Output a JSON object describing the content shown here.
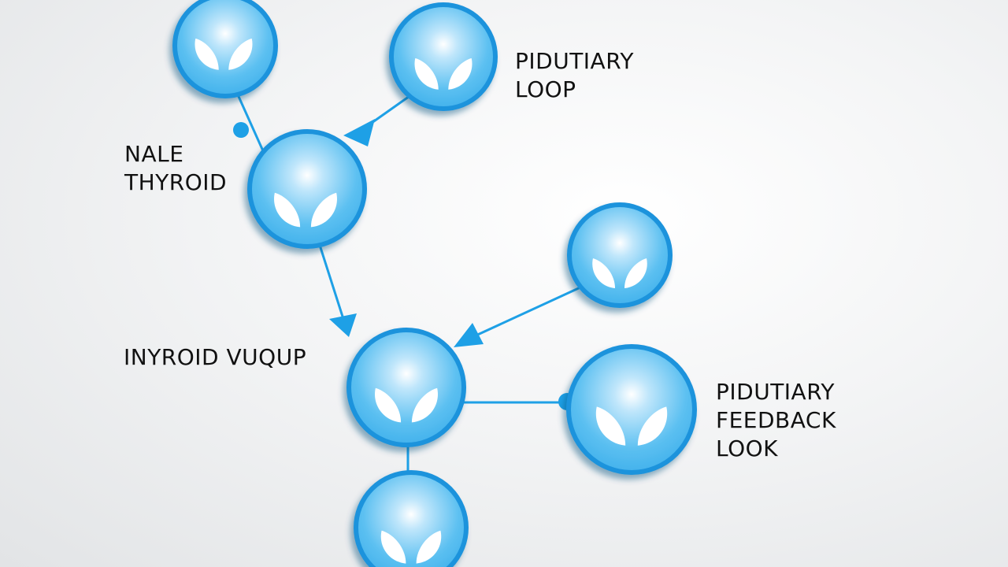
{
  "colors": {
    "node_fill_light": "#bfe6fb",
    "node_fill": "#5cc0f1",
    "node_ring": "#1c93dc",
    "connector": "#1ea0e6",
    "glyph": "#ffffff",
    "text": "#111111"
  },
  "nodes": [
    {
      "id": "node-top-left",
      "icon": "leaf-pair-icon"
    },
    {
      "id": "node-top-right",
      "icon": "leaf-pair-icon"
    },
    {
      "id": "node-thyroid",
      "icon": "leaf-pair-icon"
    },
    {
      "id": "node-right-mid",
      "icon": "leaf-pair-icon"
    },
    {
      "id": "node-center",
      "icon": "leaf-pair-icon"
    },
    {
      "id": "node-feedback",
      "icon": "leaf-pair-icon"
    },
    {
      "id": "node-bottom",
      "icon": "leaf-pair-icon"
    }
  ],
  "labels": {
    "pidutiary_loop": {
      "line1": "PIDUTIARY",
      "line2": "LOOP"
    },
    "nale_thyroid": {
      "line1": "NALE",
      "line2": "THYROID"
    },
    "inyroid_vuqup": {
      "line1": "INYROID VUQUP"
    },
    "pidutiary_feedback": {
      "line1": "PIDUTIARY",
      "line2": "FEEDBACK",
      "line3": "LOOK"
    }
  }
}
